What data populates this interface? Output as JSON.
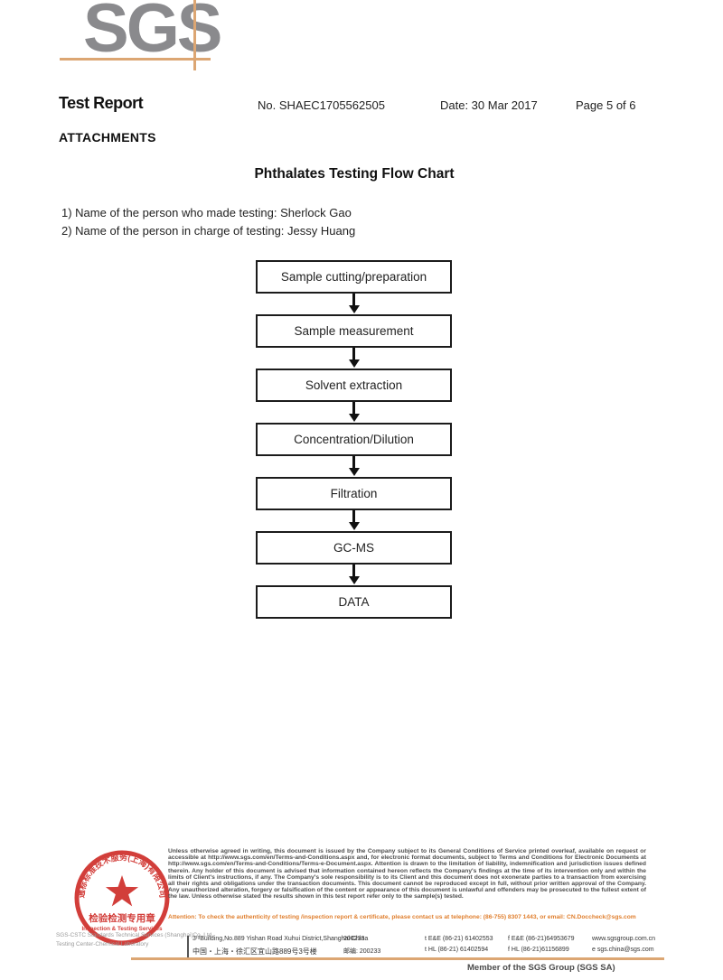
{
  "colors": {
    "logo_gray": "#8a8a8d",
    "accent_orange": "#dca673",
    "attention_orange": "#e07f2e",
    "stamp_red": "#cf2e2a",
    "text_dark": "#1a1a1a",
    "disclaimer_gray": "#4f4f4f"
  },
  "logo": {
    "text": "SGS"
  },
  "header": {
    "title": "Test Report",
    "report_no": "No. SHAEC1705562505",
    "date": "Date: 30 Mar 2017",
    "page": "Page 5 of 6",
    "attachments": "ATTACHMENTS"
  },
  "content": {
    "title": "Phthalates Testing Flow Chart",
    "notes": [
      "1) Name of the person who made testing: Sherlock Gao",
      "2) Name of the person in charge of testing: Jessy Huang"
    ]
  },
  "flowchart": {
    "steps": [
      "Sample cutting/preparation",
      "Sample measurement",
      "Solvent extraction",
      "Concentration/Dilution",
      "Filtration",
      "GC-MS",
      "DATA"
    ]
  },
  "footer": {
    "disclaimer": "Unless otherwise agreed in writing, this document is issued by the Company subject to its General Conditions of Service printed overleaf, available on request or accessible at http://www.sgs.com/en/Terms-and-Conditions.aspx and, for electronic format documents, subject to Terms and Conditions for Electronic Documents at http://www.sgs.com/en/Terms-and-Conditions/Terms-e-Document.aspx. Attention is drawn to the limitation of liability, indemnification and jurisdiction issues defined therein. Any holder of this document is advised that information contained hereon reflects the Company's findings at the time of its intervention only and within the limits of Client's instructions, if any. The Company's sole responsibility is to its Client and this document does not exonerate parties to a transaction from exercising all their rights and obligations under the transaction documents. This document cannot be reproduced except in full, without prior written approval of the Company. Any unauthorized alteration, forgery or falsification of the content or appearance of this document is unlawful and offenders may be prosecuted to the fullest extent of the law. Unless otherwise stated the results shown in this test report refer only to the sample(s) tested.",
    "attention": "Attention: To check the authenticity of testing /inspection report & certificate, please contact us at telephone: (86-755) 8307 1443, or email: CN.Doccheck@sgs.com",
    "stamp": {
      "arc_text": "通标标准技术服务(上海)有限公司",
      "line1": "检验检测专用章",
      "line2": "Inspection & Testing Services",
      "company_line1": "SGS-CSTC Standards Technical Services (Shanghai)Co.,Ltd.",
      "company_line2": "Testing Center-Chemical Laboratory"
    },
    "address": {
      "en": "3ʳᵈBuilding,No.889 Yishan Road Xuhui District,Shanghai China",
      "en_zip": "200233",
      "cn": "中国・上海・徐汇区宜山路889号3号楼",
      "cn_zip": "邮编: 200233",
      "tel1": "t E&E (86-21) 61402553",
      "fax1": "f E&E (86-21)64953679",
      "web": "www.sgsgroup.com.cn",
      "tel2": "t HL (86-21) 61402594",
      "fax2": "f HL (86-21)61156899",
      "email": "e sgs.china@sgs.com"
    },
    "member_line": "Member of the SGS Group (SGS SA)"
  }
}
